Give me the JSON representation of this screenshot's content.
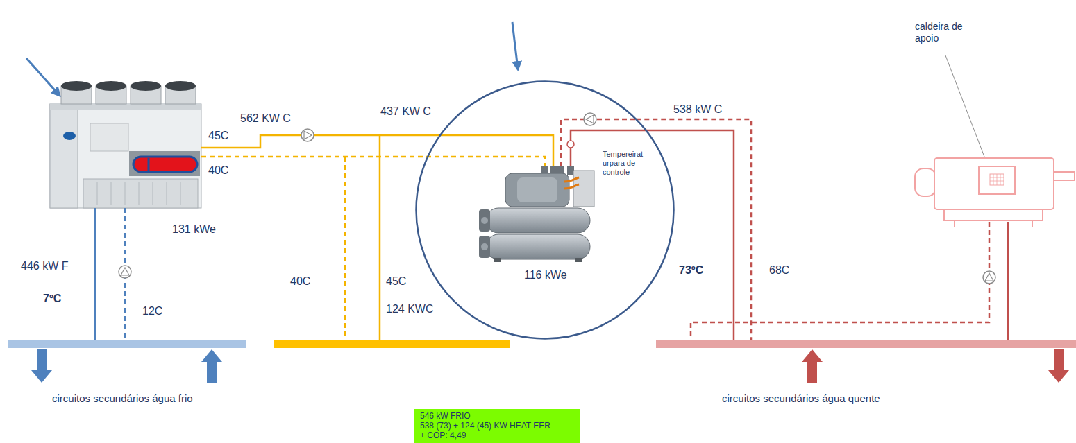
{
  "diagram": {
    "nodes": [
      {
        "text": [
          "Tempereirat urpara de controle",
          "116 kWe"
        ]
      },
      {
        "text": [
          "circuitos secundários água frio"
        ]
      },
      {
        "text": [
          "circuitos secundários água quente"
        ]
      },
      {
        "text": [
          "546 kW FRIO",
          "538 (73) + 124 (45) KW HEAT EER",
          "+ COP: 4,49"
        ]
      }
    ],
    "edges": [
      {
        "from": 0,
        "to": 2,
        "arrow": "none"
      },
      {
        "from": 0,
        "to": 2,
        "arrow": "none"
      }
    ],
    "labels": [
      "caldeira de apoio",
      "562 KW C",
      "437 KW C",
      "538 kW C",
      "45C",
      "40C",
      "131 kWe",
      "446 kW F",
      "7ºC",
      "12C",
      "40C",
      "45C",
      "124 KWC",
      "73ºC",
      "68C"
    ]
  }
}
